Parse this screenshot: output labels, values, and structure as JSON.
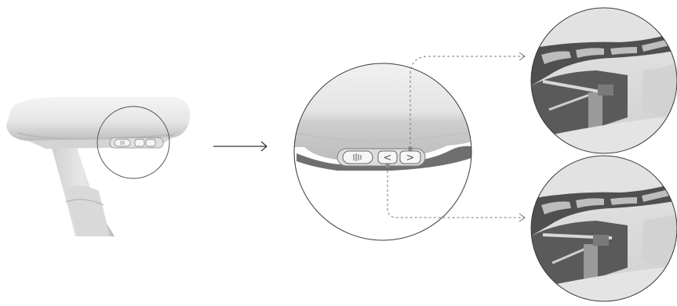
{
  "diagram": {
    "buttons": {
      "left_glyph": "<",
      "right_glyph": ">",
      "center_icon": "adjust-lines-icon"
    },
    "steps": [
      {
        "name": "overview",
        "description_visible": false
      },
      {
        "name": "zoomed-buttons"
      },
      {
        "name": "mechanism-right-button"
      },
      {
        "name": "mechanism-left-button"
      }
    ],
    "arrows": [
      {
        "from": "overview",
        "to": "zoomed-buttons",
        "style": "solid"
      },
      {
        "from": "right-button",
        "to": "mechanism-top",
        "style": "dashed"
      },
      {
        "from": "left-button",
        "to": "mechanism-bottom",
        "style": "dashed"
      }
    ],
    "colors": {
      "background": "#ffffff",
      "outline": "#3a3a3a",
      "surface_light": "#e9e9e9",
      "surface_mid": "#c9c9c9",
      "surface_dark": "#6f6f6f",
      "dashed_line": "#777777"
    }
  }
}
